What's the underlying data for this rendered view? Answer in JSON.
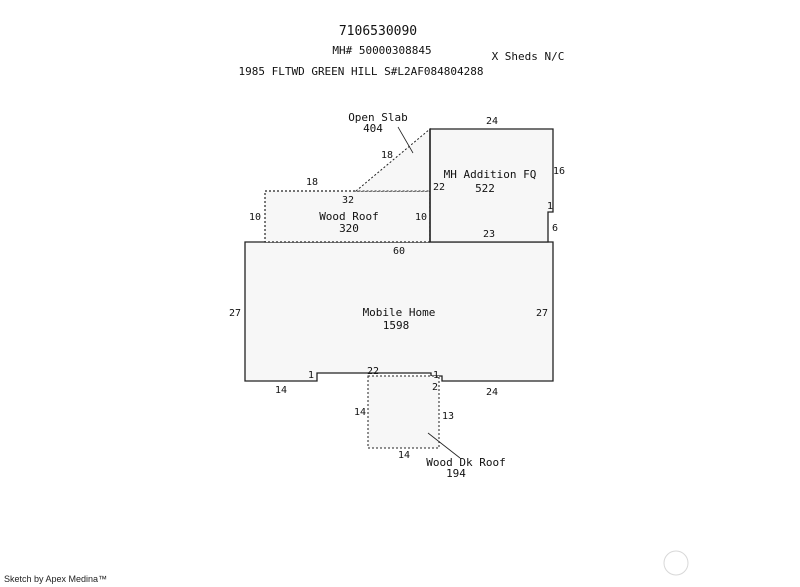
{
  "header": {
    "parcel": "7106530090",
    "mh_number": "MH# 50000308845",
    "description": "1985 FLTWD GREEN HILL S#L2AF084804288",
    "note": "X Sheds N/C"
  },
  "areas": {
    "open_slab": {
      "name": "Open Slab",
      "sqft": "404"
    },
    "mh_addition": {
      "name": "MH Addition FQ",
      "sqft": "522"
    },
    "wood_roof": {
      "name": "Wood Roof",
      "sqft": "320"
    },
    "mobile_home": {
      "name": "Mobile Home",
      "sqft": "1598"
    },
    "wood_dk_roof": {
      "name": "Wood Dk Roof",
      "sqft": "194"
    }
  },
  "dimensions": {
    "addition_top": "24",
    "addition_right": "16",
    "addition_step": "1",
    "addition_right_lower": "6",
    "addition_bottom": "23",
    "slab_diagonal": "18",
    "slab_top": "18",
    "slab_base": "32",
    "slab_right": "22",
    "wood_roof_left": "10",
    "wood_roof_right": "10",
    "mh_top": "60",
    "mh_left": "27",
    "mh_right": "27",
    "mh_bottom_left": "14",
    "mh_notch_left": "1",
    "mh_notch_top": "22",
    "mh_notch_right": "1",
    "mh_notch_drop": "2",
    "mh_bottom_right": "24",
    "deck_left": "14",
    "deck_right": "13",
    "deck_bottom": "14"
  },
  "footer": {
    "credit": "Sketch by Apex Medina™"
  },
  "colors": {
    "line": "#222222",
    "fill": "#f7f7f7"
  }
}
